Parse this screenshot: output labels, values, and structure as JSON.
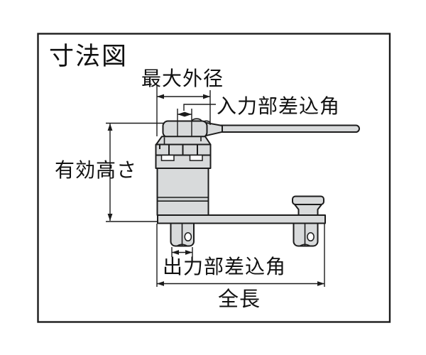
{
  "diagram": {
    "title": "寸法図",
    "labels": {
      "max_outer_diameter": "最大外径",
      "input_drive_size": "入力部差込角",
      "effective_height": "有効高さ",
      "output_drive_size": "出力部差込角",
      "overall_length": "全長"
    },
    "colors": {
      "line": "#1c1c1c",
      "metal_fill": "#d8dadb",
      "background": "#ffffff"
    }
  }
}
